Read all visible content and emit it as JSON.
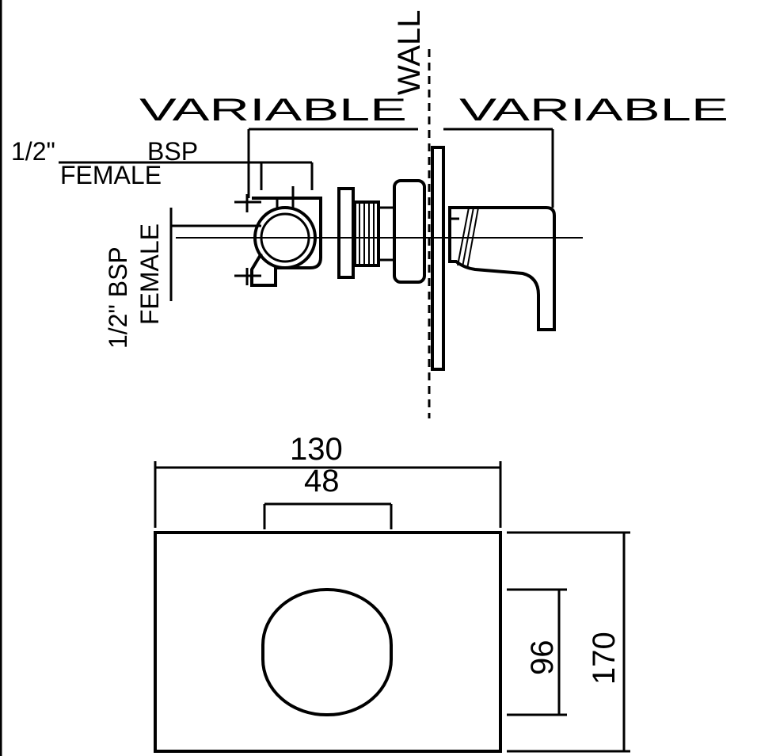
{
  "side_view": {
    "wall_label": "WALL",
    "variable_left": "VARIABLE",
    "variable_right": "VARIABLE",
    "top_inlet_size": "1/2\"",
    "top_inlet_bsp": "BSP",
    "top_inlet_female": "FEMALE",
    "side_inlet_line1": "1/2\" BSP",
    "side_inlet_line2": "FEMALE"
  },
  "front_view": {
    "width_overall": "130",
    "width_handle": "48",
    "height_handle": "96",
    "height_overall": "170"
  }
}
